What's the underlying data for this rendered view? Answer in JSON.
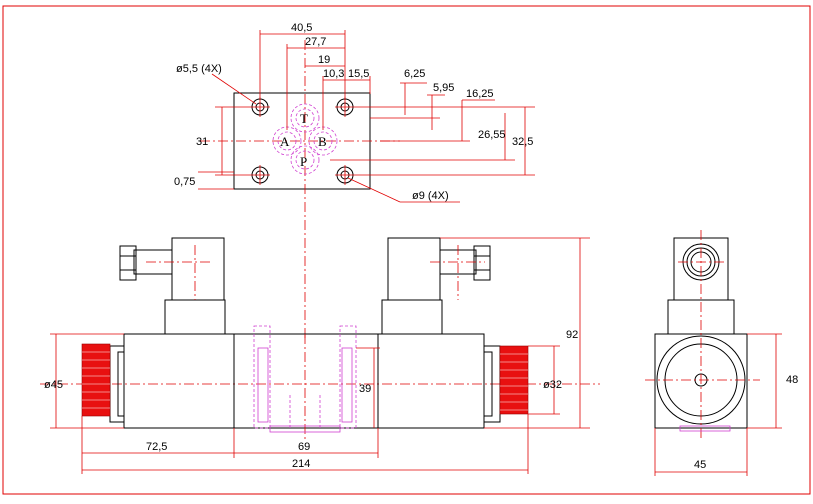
{
  "ports": {
    "A": "A",
    "B": "B",
    "P": "P",
    "T": "T"
  },
  "dims": {
    "d405": "40,5",
    "d277": "27,7",
    "d19": "19",
    "d103": "10,3",
    "d155": "15,5",
    "d625": "6,25",
    "d595": "5,95",
    "d1625": "16,25",
    "d2655": "26,55",
    "d325": "32,5",
    "d31": "31",
    "d075": "0,75",
    "hole55": "ø5,5  (4X)",
    "hole9": "ø9  (4X)",
    "d92": "92",
    "d45dia": "ø45",
    "d32dia": "ø32",
    "d39": "39",
    "d725": "72,5",
    "d69": "69",
    "d214": "214",
    "d48": "48",
    "d45": "45"
  },
  "colors": {
    "dimension": "#e00000",
    "outline": "#000000",
    "hidden": "#d040d0",
    "knurl": "#e81010"
  }
}
